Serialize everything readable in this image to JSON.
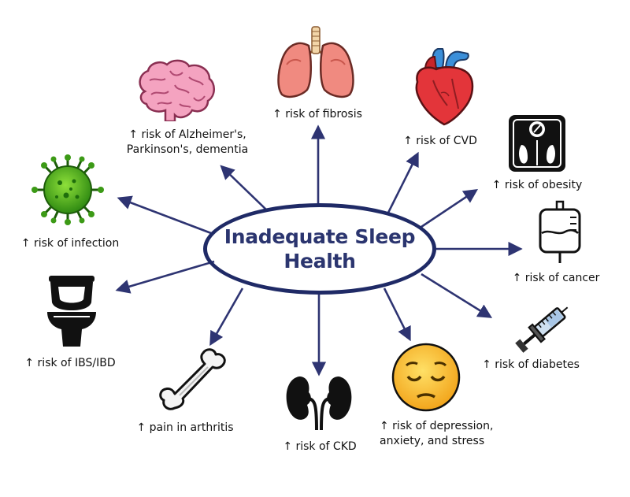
{
  "center": {
    "text": "Inadequate Sleep\nHealth"
  },
  "colors": {
    "arrow": "#2e3472",
    "ellipse": "#1f2a66",
    "title_text": "#2b356f"
  },
  "nodes": [
    {
      "id": "lungs",
      "icon": "lungs-icon",
      "label": "↑ risk of fibrosis"
    },
    {
      "id": "heart",
      "icon": "heart-icon",
      "label": "↑ risk of CVD"
    },
    {
      "id": "scale",
      "icon": "scale-icon",
      "label": "↑ risk of obesity"
    },
    {
      "id": "iv-bag",
      "icon": "iv-bag-icon",
      "label": "↑ risk of cancer"
    },
    {
      "id": "syringe",
      "icon": "syringe-icon",
      "label": "↑ risk of diabetes"
    },
    {
      "id": "sad-face",
      "icon": "sad-face-icon",
      "label": "↑ risk of depression,\nanxiety, and stress"
    },
    {
      "id": "kidneys",
      "icon": "kidneys-icon",
      "label": "↑ risk of CKD"
    },
    {
      "id": "bone",
      "icon": "bone-icon",
      "label": "↑ pain in arthritis"
    },
    {
      "id": "toilet",
      "icon": "toilet-icon",
      "label": "↑ risk of IBS/IBD"
    },
    {
      "id": "virus",
      "icon": "virus-icon",
      "label": "↑ risk of infection"
    },
    {
      "id": "brain",
      "icon": "brain-icon",
      "label": "↑ risk of Alzheimer's,\nParkinson's, dementia"
    }
  ]
}
